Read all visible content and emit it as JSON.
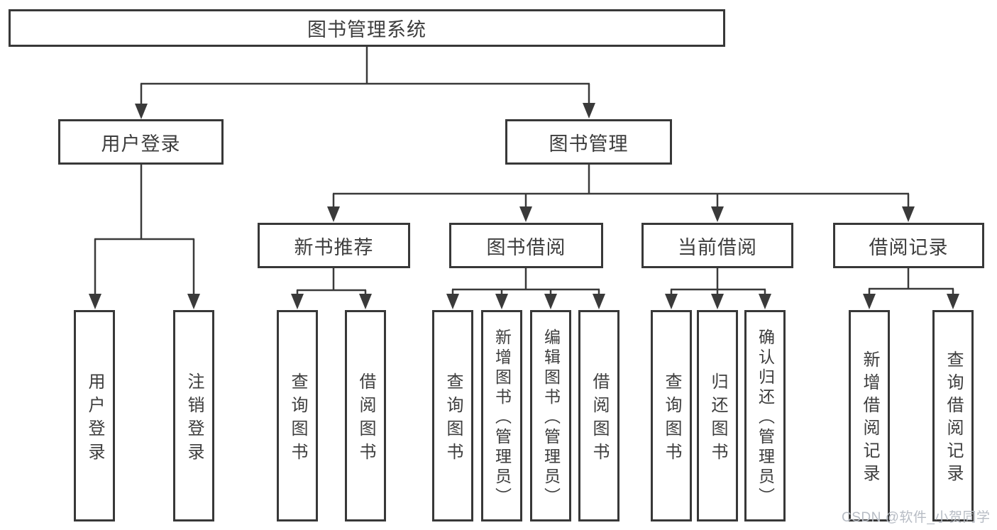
{
  "tree": {
    "root": {
      "label": "图书管理系统"
    },
    "level2": [
      {
        "label": "用户登录",
        "children": [
          {
            "label": "用户登录"
          },
          {
            "label": "注销登录"
          }
        ]
      },
      {
        "label": "图书管理",
        "children": [
          {
            "label": "新书推荐",
            "children": [
              {
                "label": "查询图书"
              },
              {
                "label": "借阅图书"
              }
            ]
          },
          {
            "label": "图书借阅",
            "children": [
              {
                "label": "查询图书"
              },
              {
                "label": "新增图书（管理员）"
              },
              {
                "label": "编辑图书（管理员）"
              },
              {
                "label": "借阅图书"
              }
            ]
          },
          {
            "label": "当前借阅",
            "children": [
              {
                "label": "查询图书"
              },
              {
                "label": "归还图书"
              },
              {
                "label": "确认归还（管理员）"
              }
            ]
          },
          {
            "label": "借阅记录",
            "children": [
              {
                "label": "新增借阅记录"
              },
              {
                "label": "查询借阅记录"
              }
            ]
          }
        ]
      }
    ]
  },
  "colors": {
    "line": "#3a3a3a",
    "border": "#383838",
    "text": "#3d3d3d",
    "watermark": "#b7bcc4"
  },
  "watermark": {
    "text": "CSDN @软件_小贺同学"
  }
}
